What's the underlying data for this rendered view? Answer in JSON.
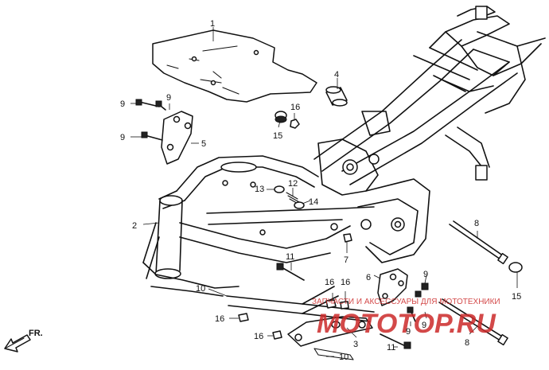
{
  "callouts": {
    "c1": "1",
    "c2": "2",
    "c3": "3",
    "c4": "4",
    "c5": "5",
    "c6": "6",
    "c7": "7",
    "c8a": "8",
    "c8b": "8",
    "c9a": "9",
    "c9b": "9",
    "c9c": "9",
    "c9d": "9",
    "c9e": "9",
    "c9f": "9",
    "c10a": "10",
    "c10b": "10",
    "c11a": "11",
    "c11b": "11",
    "c12": "12",
    "c13": "13",
    "c14": "14",
    "c15a": "15",
    "c15b": "15",
    "c16a": "16",
    "c16b": "16",
    "c16c": "16",
    "c16d": "16",
    "c16e": "16"
  },
  "direction_label": "FR.",
  "watermark": {
    "brand": "MOTOTOP.RU",
    "tagline": "ЗАПЧАСТИ И АКСЕССУАРЫ ДЛЯ МОТОТЕХНИКИ",
    "color": "#cc2a2a"
  }
}
